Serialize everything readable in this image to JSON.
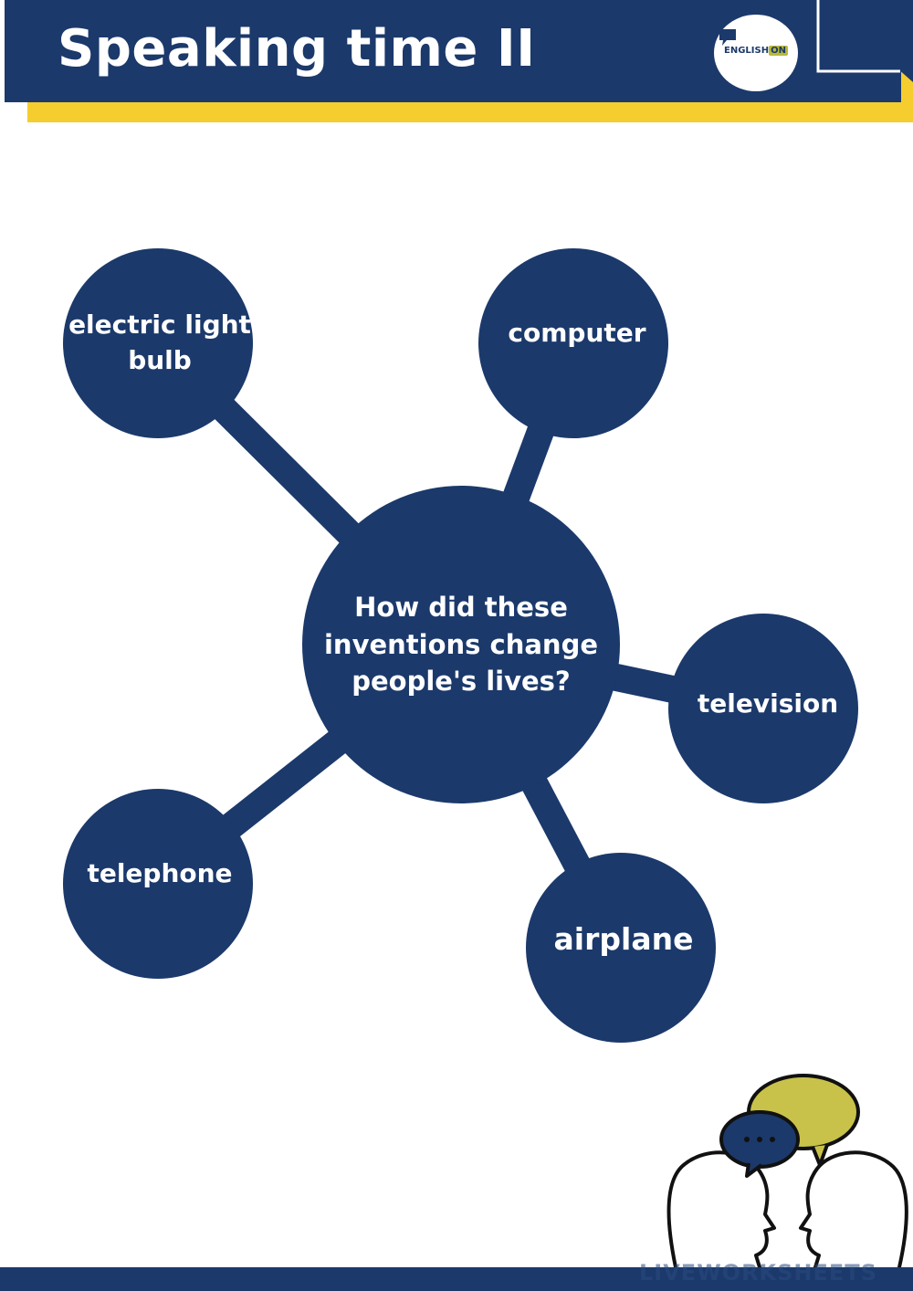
{
  "header": {
    "title": "Speaking time II",
    "logo_text": "ENGLISH",
    "logo_on": "ON"
  },
  "mindmap": {
    "center": "How did these inventions change people's lives?",
    "items": [
      {
        "label": "electric light bulb"
      },
      {
        "label": "computer"
      },
      {
        "label": "television"
      },
      {
        "label": "telephone"
      },
      {
        "label": "airplane"
      }
    ]
  },
  "footer": {
    "watermark": "LIVEWORKSHEETS"
  },
  "colors": {
    "navy": "#1b396b",
    "yellow": "#f5cd2f",
    "olive": "#c9c24a",
    "white": "#ffffff"
  },
  "icons": [
    "speech-bubbles-icon",
    "two-heads-talking-icon"
  ]
}
